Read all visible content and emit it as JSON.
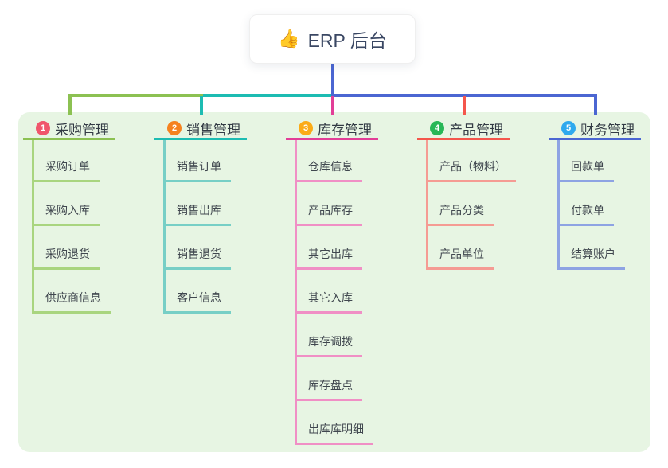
{
  "root": {
    "icon": "👍",
    "label": "ERP 后台"
  },
  "colors": {
    "root_connector": "#4b66d2",
    "panel_bg": "#e7f5e3"
  },
  "branches": [
    {
      "index": "1",
      "label": "采购管理",
      "badge_color": "#f0566c",
      "line_color": "#8cc152",
      "line_light": "#a9d57f",
      "items": [
        "采购订单",
        "采购入库",
        "采购退货",
        "供应商信息"
      ]
    },
    {
      "index": "2",
      "label": "销售管理",
      "badge_color": "#f5821f",
      "line_color": "#1dbcb2",
      "line_light": "#77cfc6",
      "items": [
        "销售订单",
        "销售出库",
        "销售退货",
        "客户信息"
      ]
    },
    {
      "index": "3",
      "label": "库存管理",
      "badge_color": "#fbab17",
      "line_color": "#e23e97",
      "line_light": "#f08fc5",
      "items": [
        "仓库信息",
        "产品库存",
        "其它出库",
        "其它入库",
        "库存调拨",
        "库存盘点",
        "出库库明细"
      ]
    },
    {
      "index": "4",
      "label": "产品管理",
      "badge_color": "#28b757",
      "line_color": "#f4564c",
      "line_light": "#f59b93",
      "items": [
        "产品（物料）",
        "产品分类",
        "产品单位"
      ]
    },
    {
      "index": "5",
      "label": "财务管理",
      "badge_color": "#2fa9ee",
      "line_color": "#4b66d2",
      "line_light": "#8ea3e3",
      "items": [
        "回款单",
        "付款单",
        "结算账户"
      ]
    }
  ]
}
